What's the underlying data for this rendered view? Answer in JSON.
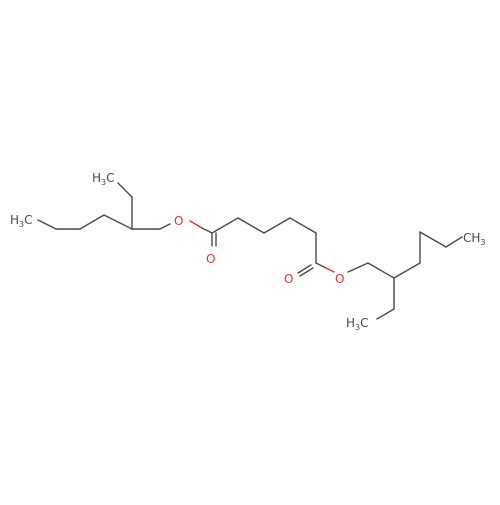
{
  "molecule": {
    "atoms": {
      "ch3_upper_left_ethyl": "H3C",
      "ch3_left_chain_end": "H3C",
      "o_ester_left": "O",
      "o_carbonyl_left": "O",
      "o_carbonyl_right": "O",
      "o_ester_right": "O",
      "ch3_right_chain_end": "CH3",
      "ch3_lower_right_ethyl": "H3C"
    },
    "colors": {
      "carbon_bond": "#4a4a4a",
      "oxygen": "#e8322e",
      "background": "#ffffff"
    }
  }
}
